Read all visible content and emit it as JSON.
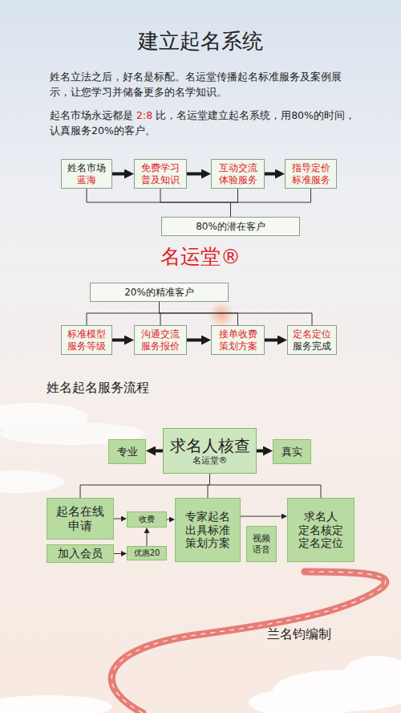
{
  "diagram": {
    "title": "建立起名系统",
    "nodes": [
      {
        "text": [
          "姓名市场",
          "蓝海"
        ]
      },
      {
        "text": [
          "免费学习 普及知识"
        ]
      },
      {
        "text": [
          "互动交流 体验服务"
        ]
      },
      {
        "text": [
          "指导定价 标准服务"
        ]
      },
      {
        "text": [
          "80%的潜在客户"
        ]
      },
      {
        "text": [
          "20%的精准客户"
        ]
      },
      {
        "text": [
          "标准模型 服务等级"
        ]
      },
      {
        "text": [
          "沟通交流 服务报价"
        ]
      },
      {
        "text": [
          "接单收费 策划方案"
        ]
      },
      {
        "text": [
          "定名定位",
          "服务完成"
        ]
      },
      {
        "text": [
          "求名人核查",
          "名运堂®"
        ]
      },
      {
        "text": [
          "专业"
        ]
      },
      {
        "text": [
          "真实"
        ]
      },
      {
        "text": [
          "起名在线 申请"
        ]
      },
      {
        "text": [
          "收费"
        ]
      },
      {
        "text": [
          "加入会员"
        ]
      },
      {
        "text": [
          "优惠20"
        ]
      },
      {
        "text": [
          "专家起名 出具标准 策划方案"
        ]
      },
      {
        "text": [
          "视频 语音"
        ]
      },
      {
        "text": [
          "求名人 定名核定 定名定位"
        ]
      }
    ],
    "edges": [
      {
        "from": 0,
        "to": 1,
        "arrow": "to"
      },
      {
        "from": 1,
        "to": 2,
        "arrow": "to"
      },
      {
        "from": 2,
        "to": 3,
        "arrow": "to"
      },
      {
        "from": 0,
        "to": 4,
        "arrow": "none"
      },
      {
        "from": 1,
        "to": 4,
        "arrow": "none"
      },
      {
        "from": 2,
        "to": 4,
        "arrow": "none"
      },
      {
        "from": 3,
        "to": 4,
        "arrow": "none"
      },
      {
        "from": 5,
        "to": 6,
        "arrow": "none"
      },
      {
        "from": 5,
        "to": 7,
        "arrow": "none"
      },
      {
        "from": 5,
        "to": 8,
        "arrow": "none"
      },
      {
        "from": 5,
        "to": 9,
        "arrow": "none"
      },
      {
        "from": 6,
        "to": 7,
        "arrow": "to"
      },
      {
        "from": 7,
        "to": 8,
        "arrow": "to"
      },
      {
        "from": 8,
        "to": 9,
        "arrow": "to"
      },
      {
        "from": 10,
        "to": 11,
        "arrow": "to"
      },
      {
        "from": 10,
        "to": 12,
        "arrow": "to"
      },
      {
        "from": 10,
        "to": 13,
        "arrow": "none"
      },
      {
        "from": 10,
        "to": 17,
        "arrow": "none"
      },
      {
        "from": 10,
        "to": 19,
        "arrow": "none"
      },
      {
        "from": 13,
        "to": 14,
        "arrow": "to"
      },
      {
        "from": 15,
        "to": 16,
        "arrow": "to"
      },
      {
        "from": 16,
        "to": 14,
        "arrow": "to"
      },
      {
        "from": 14,
        "to": 17,
        "arrow": "to"
      },
      {
        "from": 17,
        "to": 19,
        "arrow": "to"
      }
    ],
    "labels": [
      "姓名立法之后，好名是标配。名运堂传播起名标准服务及案例展示，让您学习并储备更多的名学知识。",
      "起名市场永远都是",
      "2:8",
      "比，名运堂建立起名系统，用80%的时间，认真服务20%的客户。",
      "名运堂®",
      "姓名起名服务流程",
      "兰名钧编制"
    ]
  }
}
